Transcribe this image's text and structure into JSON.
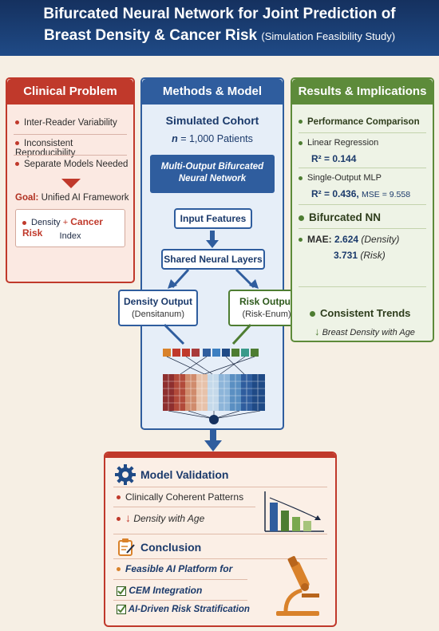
{
  "header": {
    "title_line1": "Bifurcated Neural Network for Joint Prediction of",
    "title_line2": "Breast Density & Cancer Risk",
    "title_sub": "(Simulation Feasibility Study)"
  },
  "clinical": {
    "title": "Clinical Problem",
    "items": [
      "Inter-Reader Variability",
      "Inconsistent Reproducibility",
      "Separate Models Needed"
    ],
    "goal_label": "Goal:",
    "goal_text": "Unified AI Framework",
    "goal_density": "Density",
    "goal_plus": "+",
    "goal_risk": "Cancer Risk",
    "goal_index": "Index"
  },
  "methods": {
    "title": "Methods & Model",
    "cohort_title": "Simulated Cohort",
    "cohort_n": "n",
    "cohort_eq": "= 1,000 Patients",
    "network_title": "Multi-Output Bifurcated Neural Network",
    "input_features": "Input Features",
    "shared_layers": "Shared Neural Layers",
    "density_output": "Density Output",
    "density_sub": "(Densitanum)",
    "risk_output": "Risk Output",
    "risk_sub": "(Risk-Enum)"
  },
  "results": {
    "title": "Results & Implications",
    "performance": "Performance Comparison",
    "linreg": "Linear Regression",
    "linreg_r2": "R² = 0.144",
    "mlp": "Single-Output MLP",
    "mlp_r2": "R² = 0.436,",
    "mlp_mse": "MSE = 9.558",
    "bifurcated": "Bifurcated NN",
    "mae_label": "MAE:",
    "mae_density": "2.624",
    "mae_density_tag": "(Density)",
    "mae_risk": "3.731",
    "mae_risk_tag": "(Risk)",
    "consistent": "Consistent Trends",
    "trend": "Breast Density with Age"
  },
  "validation": {
    "title": "Model Validation",
    "item1": "Clinically Coherent Patterns",
    "item2": "Density with Age",
    "conclusion": "Conclusion",
    "feasible": "Feasible AI Platform for",
    "cem": "CEM Integration",
    "ai_risk": "AI-Driven Risk Stratification"
  },
  "colors": {
    "red": "#c0392b",
    "blue": "#2f5d9e",
    "green": "#5d8b3a",
    "navy": "#15315f",
    "orange": "#d9822b"
  },
  "icons": [
    "gear-icon",
    "clipboard-icon",
    "checkbox-icon",
    "microscope-icon",
    "down-arrow-icon",
    "bar-chart-icon"
  ]
}
